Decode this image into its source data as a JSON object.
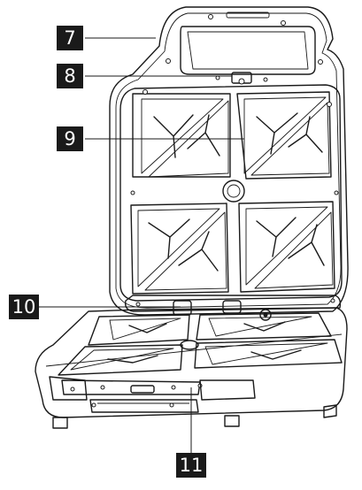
{
  "callouts": {
    "c7": "7",
    "c8": "8",
    "c9": "9",
    "c10": "10",
    "c11": "11"
  }
}
